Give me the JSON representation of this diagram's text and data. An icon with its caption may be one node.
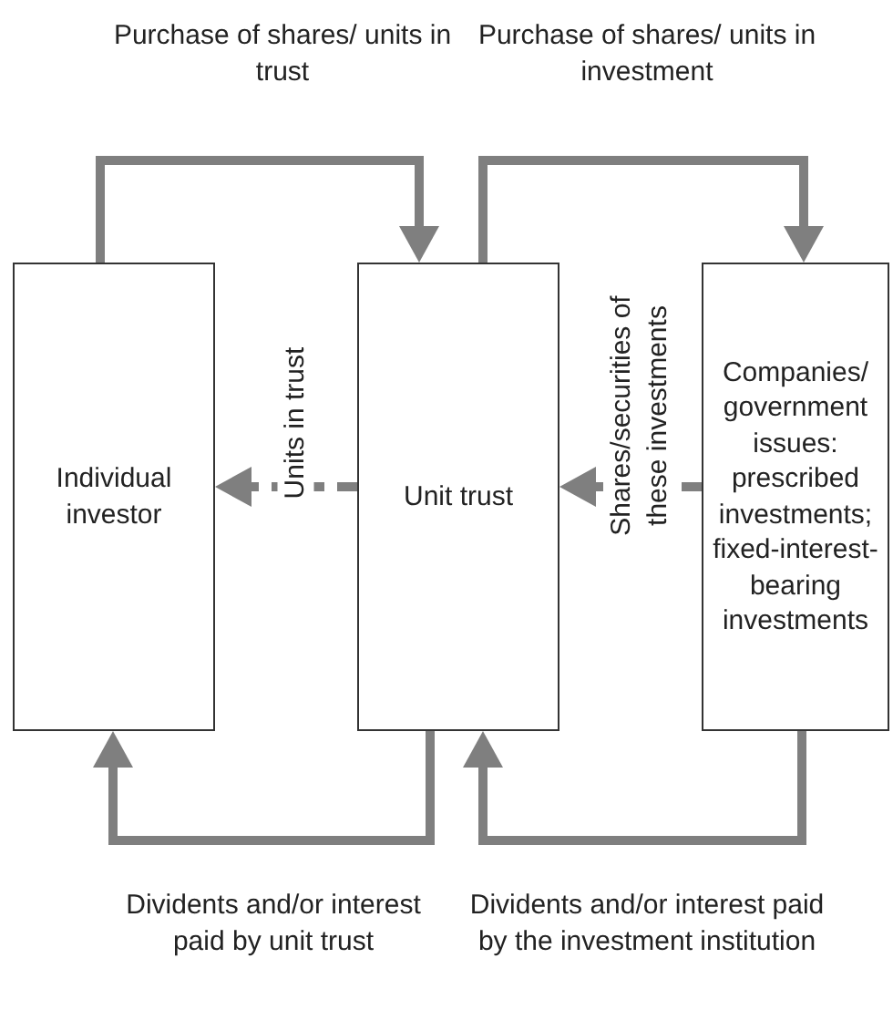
{
  "diagram": {
    "nodes": [
      {
        "text": [
          "Individual investor"
        ]
      },
      {
        "text": [
          "Unit trust"
        ]
      },
      {
        "text": [
          "Companies/ government issues: prescribed investments; fixed-interest-bearing investments"
        ]
      }
    ],
    "edges": [
      {
        "from": 0,
        "to": 1,
        "arrow": "to",
        "label": "Purchase of shares/ units in trust"
      },
      {
        "from": 1,
        "to": 2,
        "arrow": "to",
        "label": "Purchase of shares/ units in investment"
      },
      {
        "from": 2,
        "to": 1,
        "arrow": "to",
        "label": "Shares/securities of these investments",
        "style": "dashed"
      },
      {
        "from": 1,
        "to": 0,
        "arrow": "to",
        "label": "Units in trust",
        "style": "dashed"
      },
      {
        "from": 1,
        "to": 0,
        "arrow": "to",
        "label": "Dividents and/or interest paid by unit trust"
      },
      {
        "from": 2,
        "to": 1,
        "arrow": "to",
        "label": "Dividents and/or interest paid by the investment institution"
      }
    ]
  }
}
